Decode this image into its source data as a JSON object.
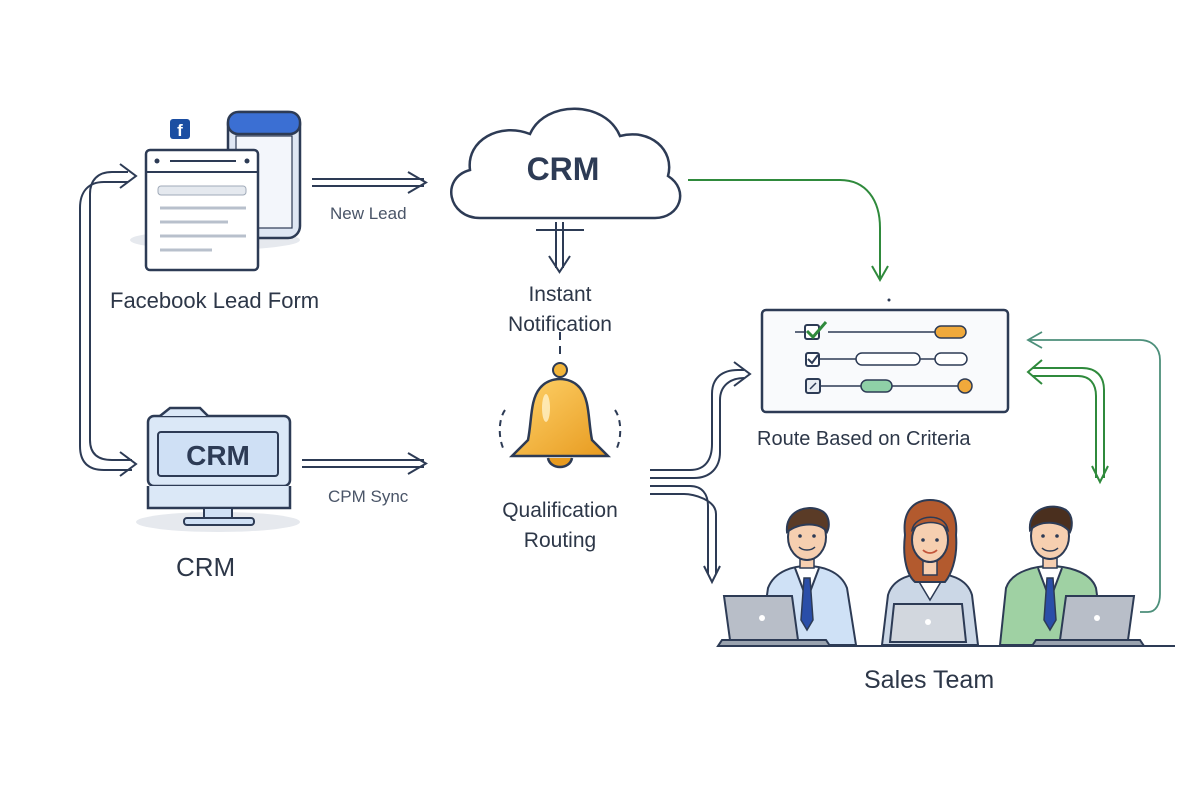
{
  "nodes": {
    "facebook_form": {
      "label": "Facebook Lead Form",
      "icon": "facebook-icon",
      "icon_letter": "f"
    },
    "crm_cloud": {
      "label": "CRM"
    },
    "crm_desktop": {
      "screen_text": "CRM",
      "label": "CRM"
    },
    "notification": {
      "label_line1": "Instant",
      "label_line2": "Notification"
    },
    "qualification": {
      "label_line1": "Qualification",
      "label_line2": "Routing"
    },
    "route_panel": {
      "label": "Route Based on Criteria"
    },
    "sales_team": {
      "label": "Sales Team"
    }
  },
  "edges": {
    "new_lead": "New Lead",
    "crm_sync": "CPM Sync"
  },
  "colors": {
    "ink": "#2d3b55",
    "green": "#2f8a3c",
    "teal": "#4c8f7a",
    "facebook": "#1b4ea2",
    "phone": "#3b6fd3",
    "bell": "#f2b53a",
    "crm_blue": "#cfe0f5",
    "orange": "#f0a93b",
    "mint": "#8fd0a7"
  }
}
